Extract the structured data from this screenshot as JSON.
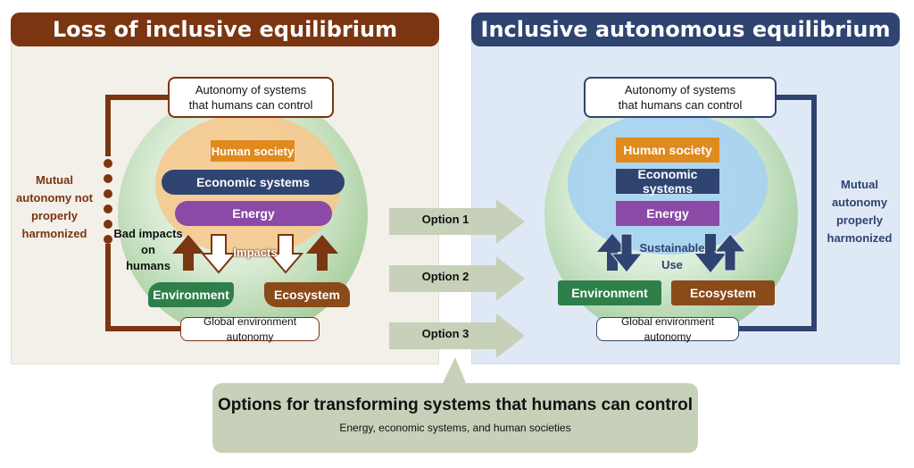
{
  "left_panel": {
    "title": "Loss of inclusive equilibrium",
    "autonomy_box": [
      "Autonomy of systems",
      "that humans can control"
    ],
    "layers": {
      "human_society": "Human society",
      "economic_systems": "Economic systems",
      "energy": "Energy"
    },
    "side_label": [
      "Mutual",
      "autonomy not",
      "properly",
      "harmonized"
    ],
    "bad_impacts_label": [
      "Bad impacts",
      "on",
      "humans"
    ],
    "impacts_label": "Impacts",
    "environment": "Environment",
    "ecosystem": "Ecosystem",
    "global_box": "Global environment autonomy"
  },
  "right_panel": {
    "title": "Inclusive autonomous equilibrium",
    "autonomy_box": [
      "Autonomy of systems",
      "that humans can control"
    ],
    "layers": {
      "human_society": "Human society",
      "economic_systems": "Economic systems",
      "energy": "Energy"
    },
    "side_label": [
      "Mutual",
      "autonomy",
      "properly",
      "harmonized"
    ],
    "sustainable_label": [
      "Sustainable",
      "Use"
    ],
    "environment": "Environment",
    "ecosystem": "Ecosystem",
    "global_box": "Global environment autonomy"
  },
  "options": [
    "Option 1",
    "Option 2",
    "Option 3"
  ],
  "bottom_box": {
    "title": "Options for transforming systems that humans can control",
    "subtitle": "Energy, economic systems, and human societies"
  },
  "colors": {
    "brown": "#7b3511",
    "navy": "#2f4470",
    "orange": "#e08a1e",
    "purple": "#8a4aa6",
    "green": "#2f7f4a",
    "ecobrown": "#8a4a1a",
    "option_fill": "#c7d1b9",
    "bottom_fill": "#c7d1b9"
  }
}
